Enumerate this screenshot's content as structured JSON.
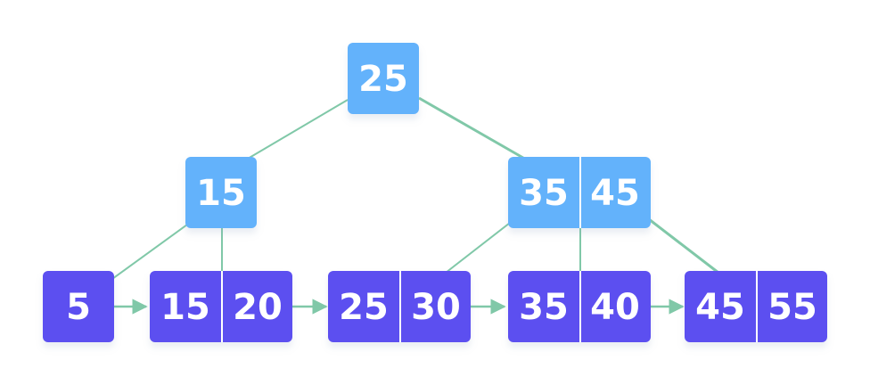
{
  "colors": {
    "internal_node": "#64b2fb",
    "leaf_node": "#5b4ff0",
    "edge": "#80c8a8",
    "text": "#ffffff"
  },
  "tree": {
    "root": {
      "keys": [
        "25"
      ]
    },
    "internal": [
      {
        "keys": [
          "15"
        ]
      },
      {
        "keys": [
          "35",
          "45"
        ]
      }
    ],
    "leaves": [
      {
        "keys": [
          "5"
        ]
      },
      {
        "keys": [
          "15",
          "20"
        ]
      },
      {
        "keys": [
          "25",
          "30"
        ]
      },
      {
        "keys": [
          "35",
          "40"
        ]
      },
      {
        "keys": [
          "45",
          "55"
        ]
      }
    ]
  }
}
